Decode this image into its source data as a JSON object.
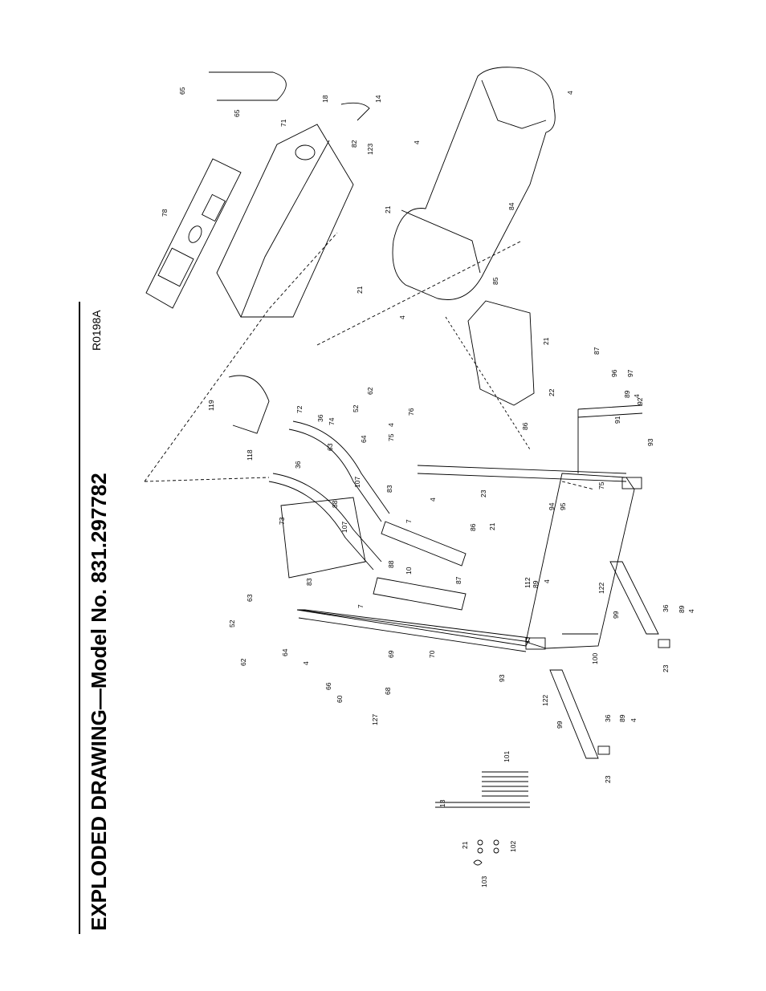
{
  "page": {
    "title": "EXPLODED DRAWING—Model No. 831.297782",
    "drawing_code": "R0198A"
  },
  "callouts": [
    {
      "id": "c65a",
      "text": "65"
    },
    {
      "id": "c18",
      "text": "18"
    },
    {
      "id": "c14",
      "text": "14"
    },
    {
      "id": "c65b",
      "text": "65"
    },
    {
      "id": "c71",
      "text": "71"
    },
    {
      "id": "c82",
      "text": "82"
    },
    {
      "id": "c123",
      "text": "123"
    },
    {
      "id": "c4a",
      "text": "4"
    },
    {
      "id": "c4b",
      "text": "4"
    },
    {
      "id": "c78",
      "text": "78"
    },
    {
      "id": "c21a",
      "text": "21"
    },
    {
      "id": "c21b",
      "text": "21"
    },
    {
      "id": "c84",
      "text": "84"
    },
    {
      "id": "c85",
      "text": "85"
    },
    {
      "id": "c4c",
      "text": "4"
    },
    {
      "id": "c21c",
      "text": "21"
    },
    {
      "id": "c87a",
      "text": "87"
    },
    {
      "id": "c96",
      "text": "96"
    },
    {
      "id": "c97",
      "text": "97"
    },
    {
      "id": "c89a",
      "text": "89"
    },
    {
      "id": "c22",
      "text": "22"
    },
    {
      "id": "c4d",
      "text": "4"
    },
    {
      "id": "c92",
      "text": "92"
    },
    {
      "id": "c91",
      "text": "91"
    },
    {
      "id": "c86a",
      "text": "86"
    },
    {
      "id": "c93a",
      "text": "93"
    },
    {
      "id": "c119",
      "text": "119"
    },
    {
      "id": "c118",
      "text": "118"
    },
    {
      "id": "c72",
      "text": "72"
    },
    {
      "id": "c36a",
      "text": "36"
    },
    {
      "id": "c74",
      "text": "74"
    },
    {
      "id": "c52a",
      "text": "52"
    },
    {
      "id": "c62a",
      "text": "62"
    },
    {
      "id": "c76",
      "text": "76"
    },
    {
      "id": "c4e",
      "text": "4"
    },
    {
      "id": "c75a",
      "text": "75"
    },
    {
      "id": "c64a",
      "text": "64"
    },
    {
      "id": "c63a",
      "text": "63"
    },
    {
      "id": "c107a",
      "text": "107"
    },
    {
      "id": "c83a",
      "text": "83"
    },
    {
      "id": "c4f",
      "text": "4"
    },
    {
      "id": "c7a",
      "text": "7"
    },
    {
      "id": "c36b",
      "text": "36"
    },
    {
      "id": "c88a",
      "text": "88"
    },
    {
      "id": "c73",
      "text": "73"
    },
    {
      "id": "c107b",
      "text": "107"
    },
    {
      "id": "c88b",
      "text": "88"
    },
    {
      "id": "c10",
      "text": "10"
    },
    {
      "id": "c23a",
      "text": "23"
    },
    {
      "id": "c86b",
      "text": "86"
    },
    {
      "id": "c21d",
      "text": "21"
    },
    {
      "id": "c94",
      "text": "94"
    },
    {
      "id": "c95",
      "text": "95"
    },
    {
      "id": "c75b",
      "text": "75"
    },
    {
      "id": "c87b",
      "text": "87"
    },
    {
      "id": "c112",
      "text": "112"
    },
    {
      "id": "c89b",
      "text": "89"
    },
    {
      "id": "c4g",
      "text": "4"
    },
    {
      "id": "c83b",
      "text": "83"
    },
    {
      "id": "c63b",
      "text": "63"
    },
    {
      "id": "c7b",
      "text": "7"
    },
    {
      "id": "c52b",
      "text": "52"
    },
    {
      "id": "c62b",
      "text": "62"
    },
    {
      "id": "c64b",
      "text": "64"
    },
    {
      "id": "c4h",
      "text": "4"
    },
    {
      "id": "c70",
      "text": "70"
    },
    {
      "id": "c122a",
      "text": "122"
    },
    {
      "id": "c99a",
      "text": "99"
    },
    {
      "id": "c36c",
      "text": "36"
    },
    {
      "id": "c89c",
      "text": "89"
    },
    {
      "id": "c4i",
      "text": "4"
    },
    {
      "id": "c23b",
      "text": "23"
    },
    {
      "id": "c100",
      "text": "100"
    },
    {
      "id": "c93b",
      "text": "93"
    },
    {
      "id": "c66",
      "text": "66"
    },
    {
      "id": "c69",
      "text": "69"
    },
    {
      "id": "c60",
      "text": "60"
    },
    {
      "id": "c68",
      "text": "68"
    },
    {
      "id": "c127",
      "text": "127"
    },
    {
      "id": "c122b",
      "text": "122"
    },
    {
      "id": "c99b",
      "text": "99"
    },
    {
      "id": "c36d",
      "text": "36"
    },
    {
      "id": "c89d",
      "text": "89"
    },
    {
      "id": "c4j",
      "text": "4"
    },
    {
      "id": "c23c",
      "text": "23"
    },
    {
      "id": "c101",
      "text": "101"
    },
    {
      "id": "c13",
      "text": "13"
    },
    {
      "id": "c21e",
      "text": "21"
    },
    {
      "id": "c102",
      "text": "102"
    },
    {
      "id": "c103",
      "text": "103"
    }
  ]
}
